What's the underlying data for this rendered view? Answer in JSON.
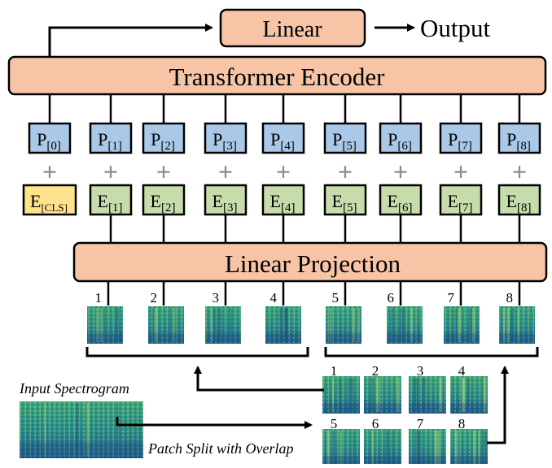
{
  "linear": {
    "label": "Linear"
  },
  "output": {
    "label": "Output"
  },
  "encoder": {
    "label": "Transformer Encoder"
  },
  "projection": {
    "label": "Linear Projection"
  },
  "positions": [
    {
      "base": "P",
      "sub": "[0]"
    },
    {
      "base": "P",
      "sub": "[1]"
    },
    {
      "base": "P",
      "sub": "[2]"
    },
    {
      "base": "P",
      "sub": "[3]"
    },
    {
      "base": "P",
      "sub": "[4]"
    },
    {
      "base": "P",
      "sub": "[5]"
    },
    {
      "base": "P",
      "sub": "[6]"
    },
    {
      "base": "P",
      "sub": "[7]"
    },
    {
      "base": "P",
      "sub": "[8]"
    }
  ],
  "plus_sign": "+",
  "embeddings": [
    {
      "base": "E",
      "sub": "[CLS]"
    },
    {
      "base": "E",
      "sub": "[1]"
    },
    {
      "base": "E",
      "sub": "[2]"
    },
    {
      "base": "E",
      "sub": "[3]"
    },
    {
      "base": "E",
      "sub": "[4]"
    },
    {
      "base": "E",
      "sub": "[5]"
    },
    {
      "base": "E",
      "sub": "[6]"
    },
    {
      "base": "E",
      "sub": "[7]"
    },
    {
      "base": "E",
      "sub": "[8]"
    }
  ],
  "patch_numbers": [
    "1",
    "2",
    "3",
    "4",
    "5",
    "6",
    "7",
    "8"
  ],
  "input_label": "Input Spectrogram",
  "split_label": "Patch Split with Overlap",
  "colors": {
    "block_fill": "#f7c4a6",
    "position_fill": "#aac8e8",
    "embedding_fill": "#c6dcaa",
    "cls_fill": "#fde48c",
    "plus": "#8c8c8c",
    "spec_dark": "#1f6e8c",
    "spec_mid": "#2e9a7a",
    "spec_light": "#7fc94e"
  }
}
